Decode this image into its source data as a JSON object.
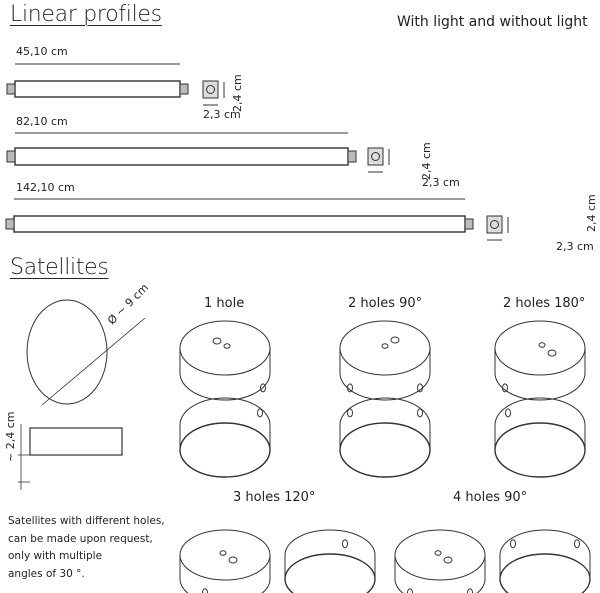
{
  "linear": {
    "title": "Linear profiles",
    "subtitle": "With light and without light",
    "profiles": [
      {
        "length": "45,10 cm",
        "height": "2,4 cm",
        "width": "2,3 cm"
      },
      {
        "length": "82,10 cm",
        "height": "2,4 cm",
        "width": "2,3 cm"
      },
      {
        "length": "142,10 cm",
        "height": "2,4 cm",
        "width": "2,3 cm"
      }
    ]
  },
  "satellites": {
    "title": "Satellites",
    "diameter": "Ø ~ 9 cm",
    "height": "~ 2,4 cm",
    "variants": [
      {
        "label": "1 hole"
      },
      {
        "label": "2 holes 90°"
      },
      {
        "label": "2 holes 180°"
      },
      {
        "label": "3 holes 120°"
      },
      {
        "label": "4 holes 90°"
      }
    ],
    "note": [
      "Satellites with different holes,",
      "can be made upon request,",
      "only with multiple",
      "angles of 30 °."
    ]
  }
}
